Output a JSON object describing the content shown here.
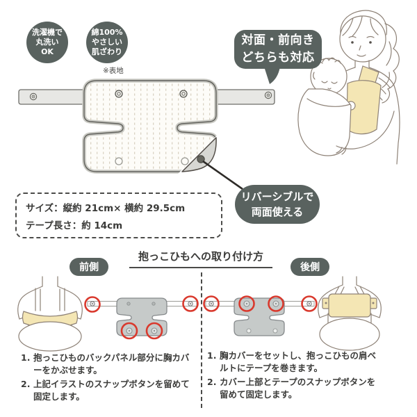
{
  "features": {
    "badge_washable_lines": [
      "洗濯機で",
      "丸洗い",
      "OK"
    ],
    "badge_cotton_lines": [
      "綿100%",
      "やさしい",
      "肌ざわり"
    ],
    "cotton_note": "※表地"
  },
  "direction_bubble": {
    "line1": "対面・前向き",
    "line2": "どちらも対応"
  },
  "reversible_bubble": {
    "line1": "リバーシブルで",
    "line2": "両面使える"
  },
  "size_box": {
    "line1": "サイズ：縦約 21cm× 横約 29.5cm",
    "line2": "テープ長さ：約 14cm"
  },
  "attach_section": {
    "title": "抱っこひもへの取り付け方",
    "front_label": "前側",
    "back_label": "後側",
    "front_steps": [
      {
        "num": "1.",
        "text": "抱っこひものバックパネル部分に胸カバーをかぶせます。"
      },
      {
        "num": "2.",
        "text": "上記イラストのスナップボタンを留めて固定します。"
      }
    ],
    "back_steps": [
      {
        "num": "1.",
        "text": "胸カバーをセットし、抱っこひもの肩ベルトにテープを巻きます。"
      },
      {
        "num": "2.",
        "text": "カバー上部とテープのスナップボタンを留めて固定します。"
      }
    ]
  },
  "colors": {
    "badge_bg": "#59625f",
    "highlight_red": "#d9392d",
    "cover_yellow": "#f4e6b4",
    "panel_gray": "#c6cac9",
    "strap_gray": "#e7e7e4",
    "text_dark": "#3c3c3a"
  }
}
